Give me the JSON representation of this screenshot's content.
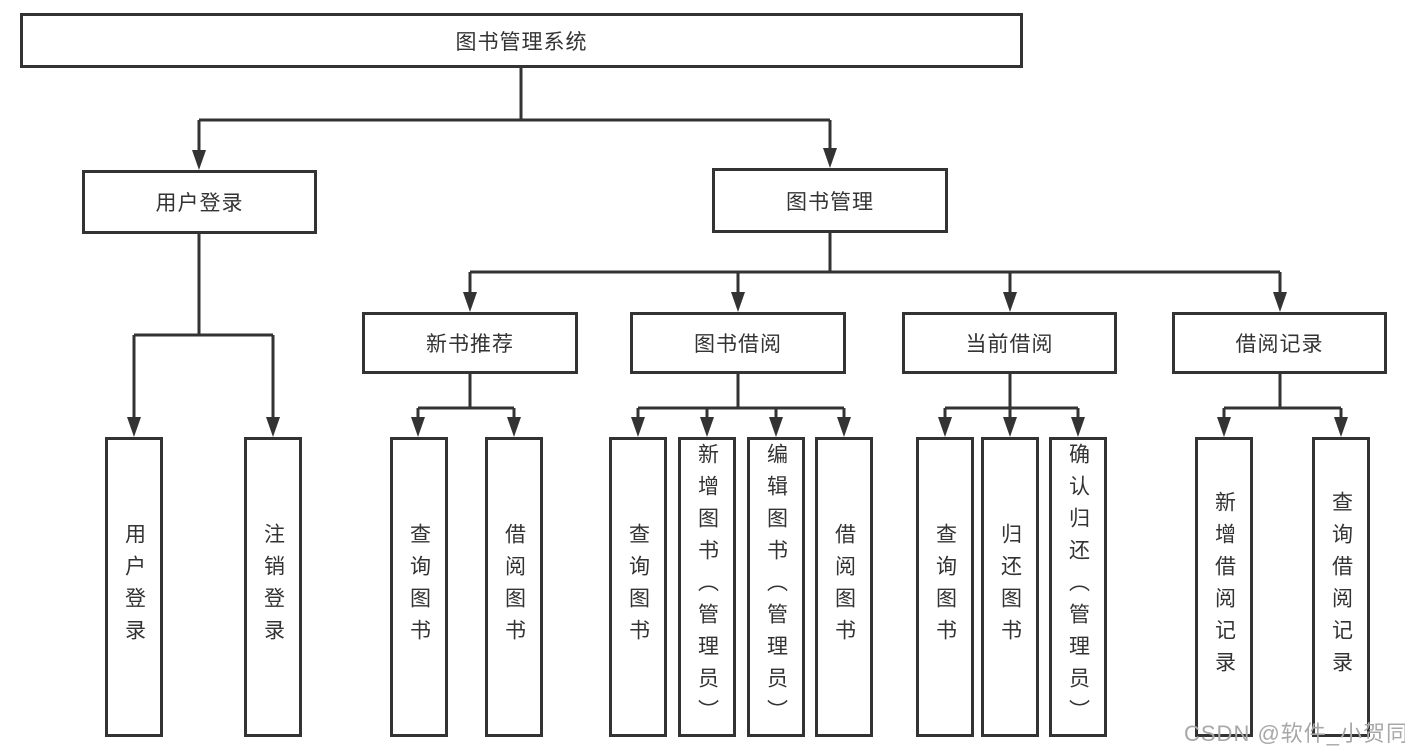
{
  "colors": {
    "line": "#333333",
    "text": "#333333",
    "box_bg": "#ffffff",
    "watermark": "#a8a8a8"
  },
  "watermark": {
    "text": "CSDN @软件_小贺同学"
  },
  "diagram": {
    "type": "tree",
    "root": {
      "label": "图书管理系统"
    },
    "branches": [
      {
        "label": "用户登录",
        "children": [
          {
            "label": "用户登录"
          },
          {
            "label": "注销登录"
          }
        ]
      },
      {
        "label": "图书管理",
        "sections": [
          {
            "label": "新书推荐",
            "children": [
              {
                "label": "查询图书"
              },
              {
                "label": "借阅图书"
              }
            ]
          },
          {
            "label": "图书借阅",
            "children": [
              {
                "label": "查询图书"
              },
              {
                "label": "新增图书（管理员）"
              },
              {
                "label": "编辑图书（管理员）"
              },
              {
                "label": "借阅图书"
              }
            ]
          },
          {
            "label": "当前借阅",
            "children": [
              {
                "label": "查询图书"
              },
              {
                "label": "归还图书"
              },
              {
                "label": "确认归还（管理员）"
              }
            ]
          },
          {
            "label": "借阅记录",
            "children": [
              {
                "label": "新增借阅记录"
              },
              {
                "label": "查询借阅记录"
              }
            ]
          }
        ]
      }
    ]
  }
}
